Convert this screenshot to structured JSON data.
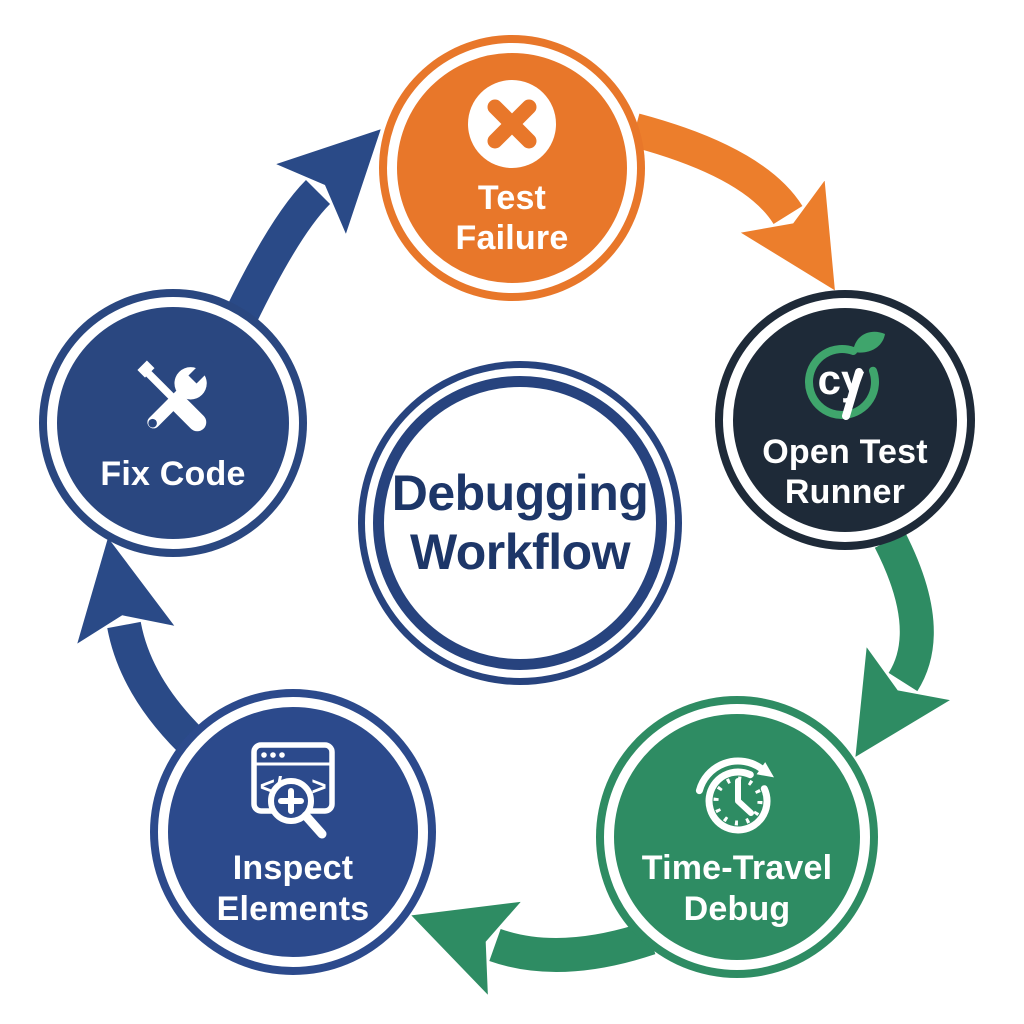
{
  "diagram": {
    "background_color": "#ffffff",
    "center": {
      "line1": "Debugging",
      "line2": "Workflow",
      "ring_color": "#27437E",
      "text_color": "#1D3668"
    },
    "nodes": [
      {
        "id": "test-failure",
        "line1": "Test",
        "line2": "Failure",
        "color": "#E8772A",
        "icon": "x-circle-icon",
        "position": "top"
      },
      {
        "id": "open-test-runner",
        "line1": "Open Test",
        "line2": "Runner",
        "color": "#1E2A38",
        "icon": "cypress-logo-icon",
        "position": "right",
        "logo_text": "cy",
        "logo_green": "#3FA56C"
      },
      {
        "id": "time-travel-debug",
        "line1": "Time-Travel",
        "line2": "Debug",
        "color": "#2E8C63",
        "icon": "time-travel-clock-icon",
        "position": "bottom-right"
      },
      {
        "id": "inspect-elements",
        "line1": "Inspect",
        "line2": "Elements",
        "color": "#2C4A8C",
        "icon": "inspect-browser-icon",
        "position": "bottom-left",
        "code_left": "</",
        "code_right": ">"
      },
      {
        "id": "fix-code",
        "line1": "Fix Code",
        "line2": "",
        "color": "#2A4780",
        "icon": "tools-icon",
        "position": "left"
      }
    ],
    "arrows": [
      {
        "from": "fix-code",
        "to": "test-failure",
        "color": "#2A4A87"
      },
      {
        "from": "test-failure",
        "to": "open-test-runner",
        "color": "#EC7E2C"
      },
      {
        "from": "open-test-runner",
        "to": "time-travel-debug",
        "color": "#2E8C63"
      },
      {
        "from": "time-travel-debug",
        "to": "inspect-elements",
        "color": "#2E8C63"
      },
      {
        "from": "inspect-elements",
        "to": "fix-code",
        "color": "#2A4A87"
      }
    ]
  }
}
